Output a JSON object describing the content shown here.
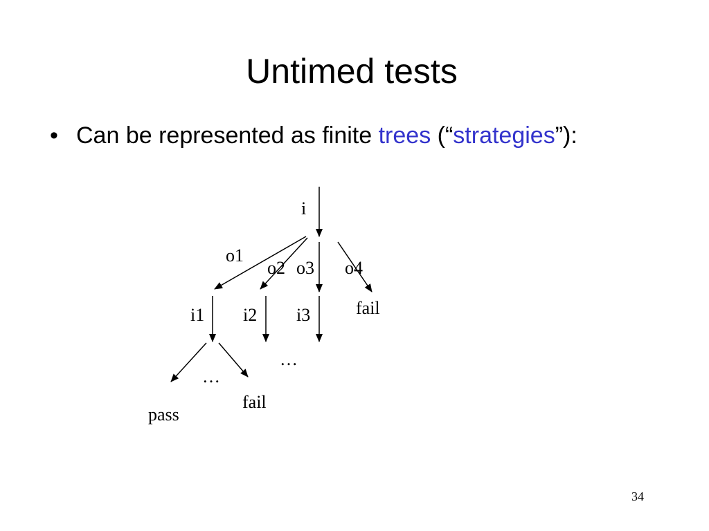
{
  "slide": {
    "title": "Untimed tests",
    "bullet": {
      "marker": "•",
      "text_before": "Can be represented as finite ",
      "highlight_1": "trees",
      "text_middle_1": " (“",
      "highlight_2": "strategies",
      "text_end": "”):"
    },
    "accent_color": "#3333cc",
    "page_number": "34"
  },
  "tree": {
    "labels": {
      "root_input": "i",
      "out_o1": "o1",
      "out_o2": "o2",
      "out_o3": "o3",
      "out_o4": "o4",
      "in_i1": "i1",
      "in_i2": "i2",
      "in_i3": "i3",
      "fail_o4": "fail",
      "ellipsis_i1": "…",
      "ellipsis_i3": "…",
      "pass": "pass",
      "fail_i1": "fail"
    }
  }
}
